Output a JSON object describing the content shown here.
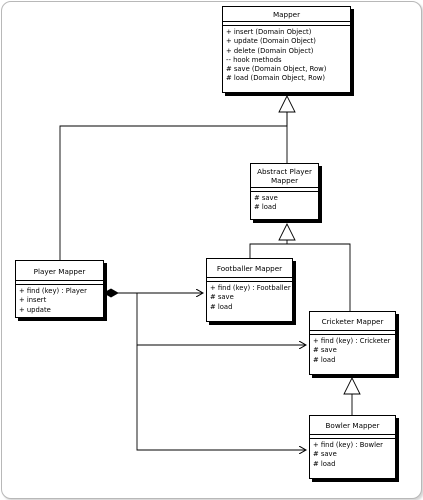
{
  "classes": {
    "mapper": {
      "title": "Mapper",
      "operations": [
        "+ insert (Domain Object)",
        "+ update (Domain Object)",
        "+ delete (Domain Object)",
        "-- hook methods",
        "# save (Domain Object, Row)",
        "# load (Domain Object, Row)"
      ]
    },
    "abstract_player_mapper": {
      "title_line1": "Abstract Player",
      "title_line2": "Mapper",
      "operations": [
        "# save",
        "# load"
      ]
    },
    "player_mapper": {
      "title": "Player Mapper",
      "operations": [
        "+ find (key) : Player",
        "+ insert",
        "+ update"
      ]
    },
    "footballer_mapper": {
      "title": "Footballer Mapper",
      "operations": [
        "+ find (key) : Footballer",
        "# save",
        "# load"
      ]
    },
    "cricketer_mapper": {
      "title": "Cricketer Mapper",
      "operations": [
        "+ find (key) : Cricketer",
        "# save",
        "# load"
      ]
    },
    "bowler_mapper": {
      "title": "Bowler Mapper",
      "operations": [
        "+ find (key) : Bowler",
        "# save",
        "# load"
      ]
    }
  }
}
